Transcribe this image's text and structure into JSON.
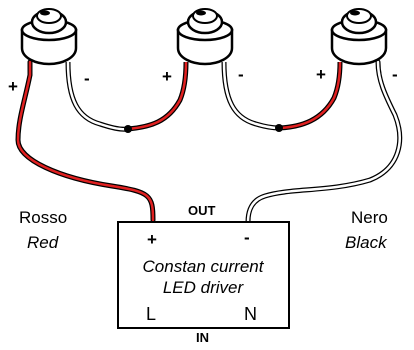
{
  "leds": [
    {
      "plus": "+",
      "minus": "-"
    },
    {
      "plus": "+",
      "minus": "-"
    },
    {
      "plus": "+",
      "minus": "-"
    }
  ],
  "wire_labels": {
    "red_it": "Rosso",
    "red_en": "Red",
    "black_it": "Nero",
    "black_en": "Black"
  },
  "driver": {
    "out_label": "OUT",
    "in_label": "IN",
    "plus": "+",
    "minus": "-",
    "title_line1": "Constan current",
    "title_line2": "LED driver",
    "terminal_l": "L",
    "terminal_n": "N"
  },
  "colors": {
    "red_wire": "#e02020",
    "black_wire": "#000000"
  }
}
